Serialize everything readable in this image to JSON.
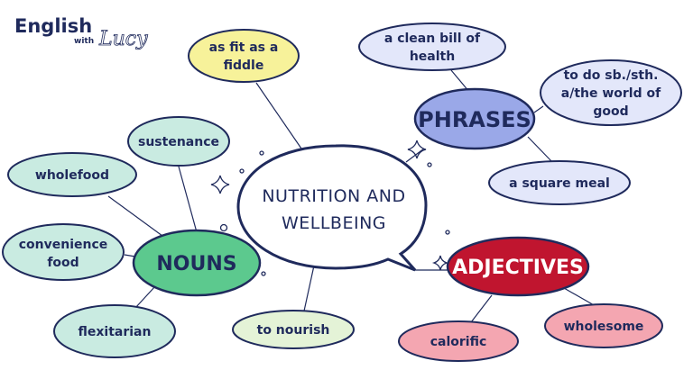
{
  "logo": {
    "main": "English",
    "with": "with",
    "script": "Lucy"
  },
  "center": {
    "lines": [
      "NUTRITION AND",
      "WELLBEING"
    ]
  },
  "hubs": {
    "nouns": {
      "label": "NOUNS",
      "fill": "#5cc98e"
    },
    "phrases": {
      "label": "PHRASES",
      "fill": "#9aa8e8"
    },
    "adjectives": {
      "label": "ADJECTIVES",
      "fill": "#c0152f"
    }
  },
  "nodes": {
    "as_fit": {
      "lines": [
        "as fit as a",
        "fiddle"
      ],
      "fill": "#f7f29a"
    },
    "to_nourish": {
      "lines": [
        "to nourish"
      ],
      "fill": "#e4f3d7"
    },
    "sustenance": {
      "lines": [
        "sustenance"
      ],
      "fill": "#c9ebe1"
    },
    "wholefood": {
      "lines": [
        "wholefood"
      ],
      "fill": "#c9ebe1"
    },
    "convenience_food": {
      "lines": [
        "convenience",
        "food"
      ],
      "fill": "#c9ebe1"
    },
    "flexitarian": {
      "lines": [
        "flexitarian"
      ],
      "fill": "#c9ebe1"
    },
    "clean_bill": {
      "lines": [
        "a clean bill of",
        "health"
      ],
      "fill": "#e3e7fa"
    },
    "world_of_good": {
      "lines": [
        "to do sb./sth.",
        "a/the world of",
        "good"
      ],
      "fill": "#e3e7fa"
    },
    "square_meal": {
      "lines": [
        "a square meal"
      ],
      "fill": "#e3e7fa"
    },
    "calorific": {
      "lines": [
        "calorific"
      ],
      "fill": "#f4a6b1"
    },
    "wholesome": {
      "lines": [
        "wholesome"
      ],
      "fill": "#f4a6b1"
    }
  },
  "colors": {
    "outline": "#1f2a5c",
    "hub_text_on_red": "#ffffff"
  }
}
